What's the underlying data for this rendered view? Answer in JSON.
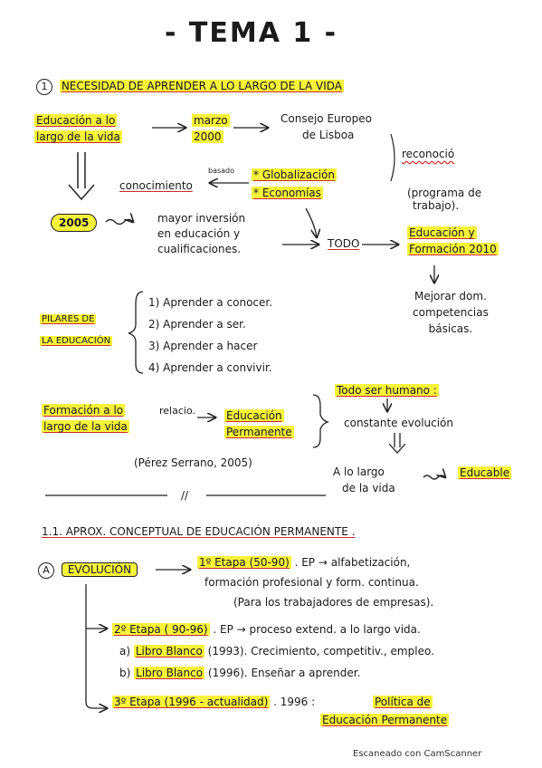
{
  "title": "- TEMA 1 -",
  "section1": {
    "num": "1",
    "heading": "NECESIDAD DE APRENDER A LO LARGO DE LA VIDA",
    "edu_line1": "Educación a lo",
    "edu_line2": "largo de la vida",
    "date_line1": "marzo",
    "date_line2": "2000",
    "consejo_line1": "Consejo Europeo",
    "consejo_line2": "de Lisboa",
    "reconoció": "reconoció",
    "basado": "basado",
    "conocimiento": "conocimiento",
    "glob": "* Globalización",
    "econ": "* Economías",
    "programa_line1": "(programa de",
    "programa_line2": "trabajo).",
    "year2005": "2005",
    "mayor_line1": "mayor inversión",
    "mayor_line2": "en educación y",
    "mayor_line3": "cualificaciones.",
    "todo": "TODO",
    "efp_line1": "Educación y",
    "efp_line2": "Formación 2010",
    "mejorar_line1": "Mejorar dom.",
    "mejorar_line2": "competencias",
    "mejorar_line3": "básicas."
  },
  "pilares": {
    "label_line1": "PILARES DE",
    "label_line2": "LA EDUCACIÓN",
    "items": [
      "1) Aprender a conocer.",
      "2) Aprender a ser.",
      "3) Aprender a hacer",
      "4) Aprender a convivir."
    ]
  },
  "formacion": {
    "line1": "Formación a lo",
    "line2": "largo de la vida",
    "relacio": "relacio.",
    "ep_line1": "Educación",
    "ep_line2": "Permanente",
    "todo_ser": "Todo ser humano :",
    "constante": "constante evolución",
    "largo_line1": "A lo largo",
    "largo_line2": "de la vida",
    "educable": "Educable",
    "cita": "(Pérez Serrano, 2005)",
    "separator": "//"
  },
  "section11": {
    "heading": "1.1. APROX. CONCEPTUAL DE EDUCACIÓN PERMANENTE .",
    "letter": "A",
    "evolucion": "EVOLUCIÓN",
    "etapa1_label": "1º Etapa (50-90)",
    "etapa1_text": ". EP → alfabetización,",
    "etapa1_l2": "formación profesional y form. continua.",
    "etapa1_l3": "(Para los trabajadores de empresas).",
    "etapa2_label": "2º Etapa ( 90-96)",
    "etapa2_text": ". EP → proceso extend. a lo largo vida.",
    "etapa2_a_label": "Libro Blanco",
    "etapa2_a_prefix": "a)",
    "etapa2_a_text": "(1993). Crecimiento, competitiv., empleo.",
    "etapa2_b_prefix": "b)",
    "etapa2_b_label": "Libro Blanco",
    "etapa2_b_text": "(1996). Enseñar a aprender.",
    "etapa3_label": "3º Etapa (1996 - actualidad)",
    "etapa3_text": ". 1996 :",
    "politica_line1": "Política de",
    "politica_line2": "Educación Permanente"
  },
  "footer": "Escaneado con CamScanner"
}
